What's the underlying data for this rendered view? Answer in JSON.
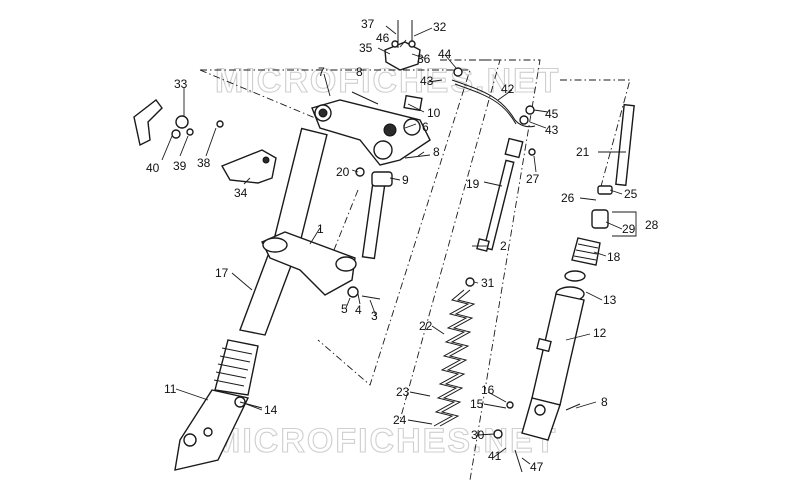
{
  "watermark": {
    "top_text": "MICROFICHES.NET",
    "bottom_text": "MICROFICHES.NET"
  },
  "callouts": [
    "37",
    "32",
    "46",
    "36",
    "35",
    "44",
    "7",
    "8",
    "43",
    "10",
    "6",
    "42",
    "45",
    "43",
    "33",
    "40",
    "39",
    "38",
    "34",
    "20",
    "8",
    "9",
    "21",
    "19",
    "27",
    "25",
    "26",
    "29",
    "28",
    "1",
    "2",
    "18",
    "17",
    "31",
    "4",
    "3",
    "5",
    "13",
    "22",
    "12",
    "11",
    "14",
    "23",
    "16",
    "15",
    "8",
    "24",
    "30",
    "41",
    "47"
  ]
}
